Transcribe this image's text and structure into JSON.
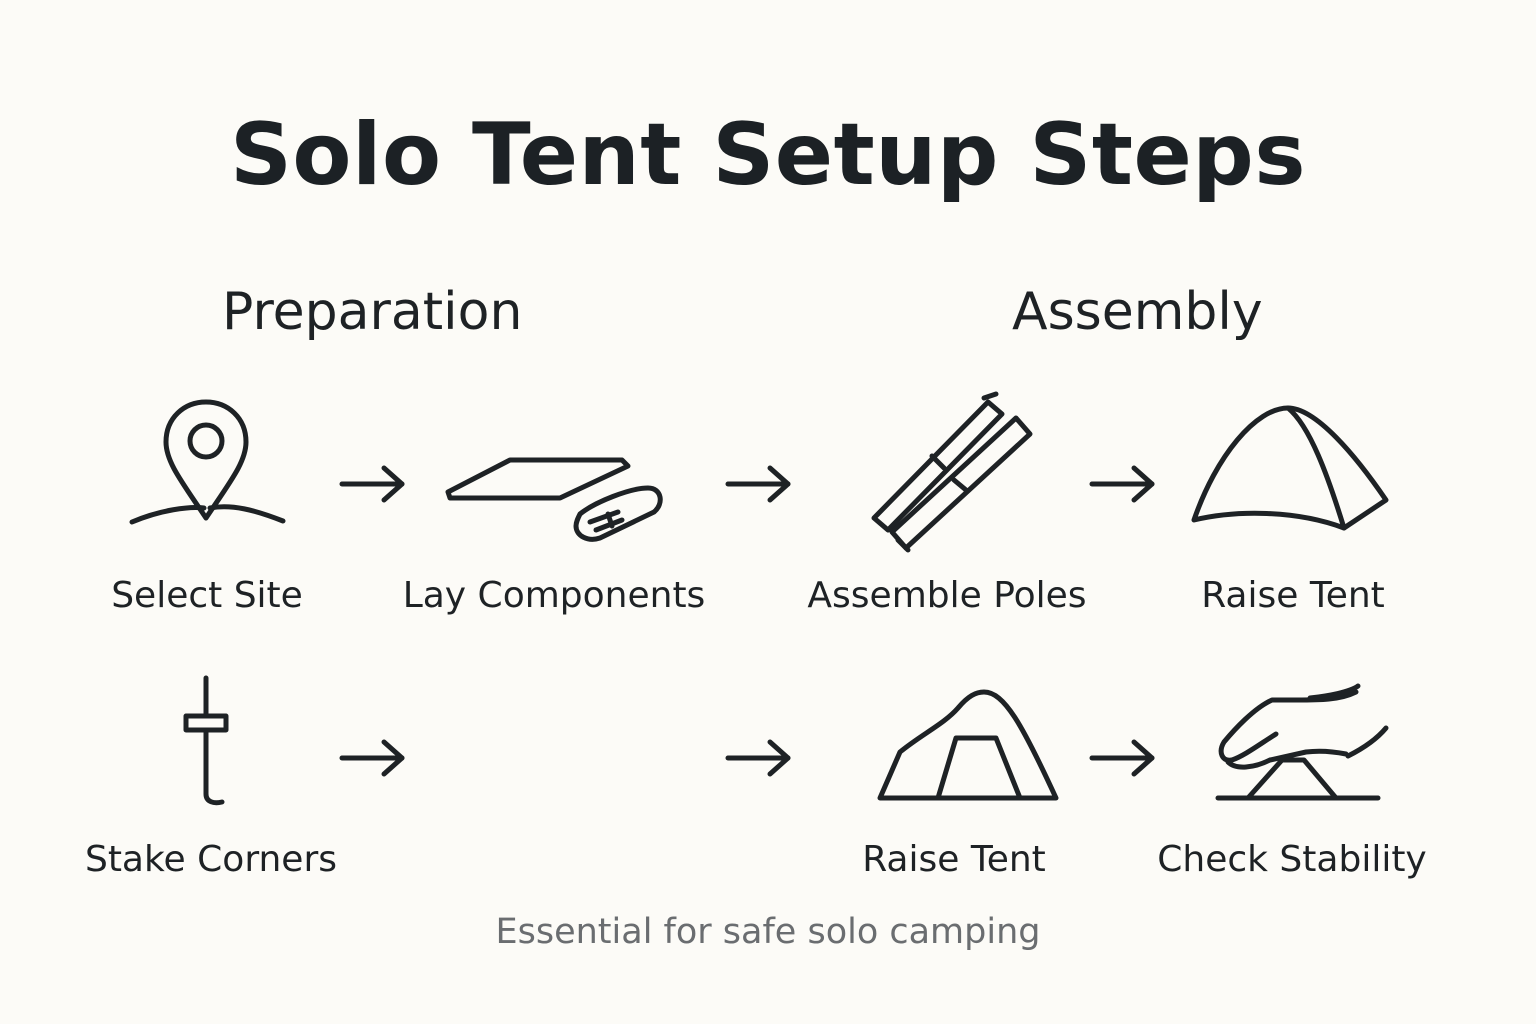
{
  "title": "Solo Tent Setup Steps",
  "sections": {
    "preparation": "Preparation",
    "assembly": "Assembly"
  },
  "steps": [
    {
      "label": "Select Site",
      "icon": "map-pin-icon"
    },
    {
      "label": "Lay Components",
      "icon": "ground-sheet-icon"
    },
    {
      "label": "Assemble Poles",
      "icon": "tent-poles-icon"
    },
    {
      "label": "Raise Tent",
      "icon": "dome-tent-icon"
    },
    {
      "label": "Stake Corners",
      "icon": "tent-stake-icon"
    },
    {
      "label": "Raise Tent",
      "icon": "tent-with-door-icon"
    },
    {
      "label": "Check Stability",
      "icon": "hand-pressing-icon"
    }
  ],
  "footer": "Essential for safe solo camping",
  "colors": {
    "background": "#fcfbf7",
    "ink": "#1e2225",
    "muted": "#6a6d70"
  }
}
